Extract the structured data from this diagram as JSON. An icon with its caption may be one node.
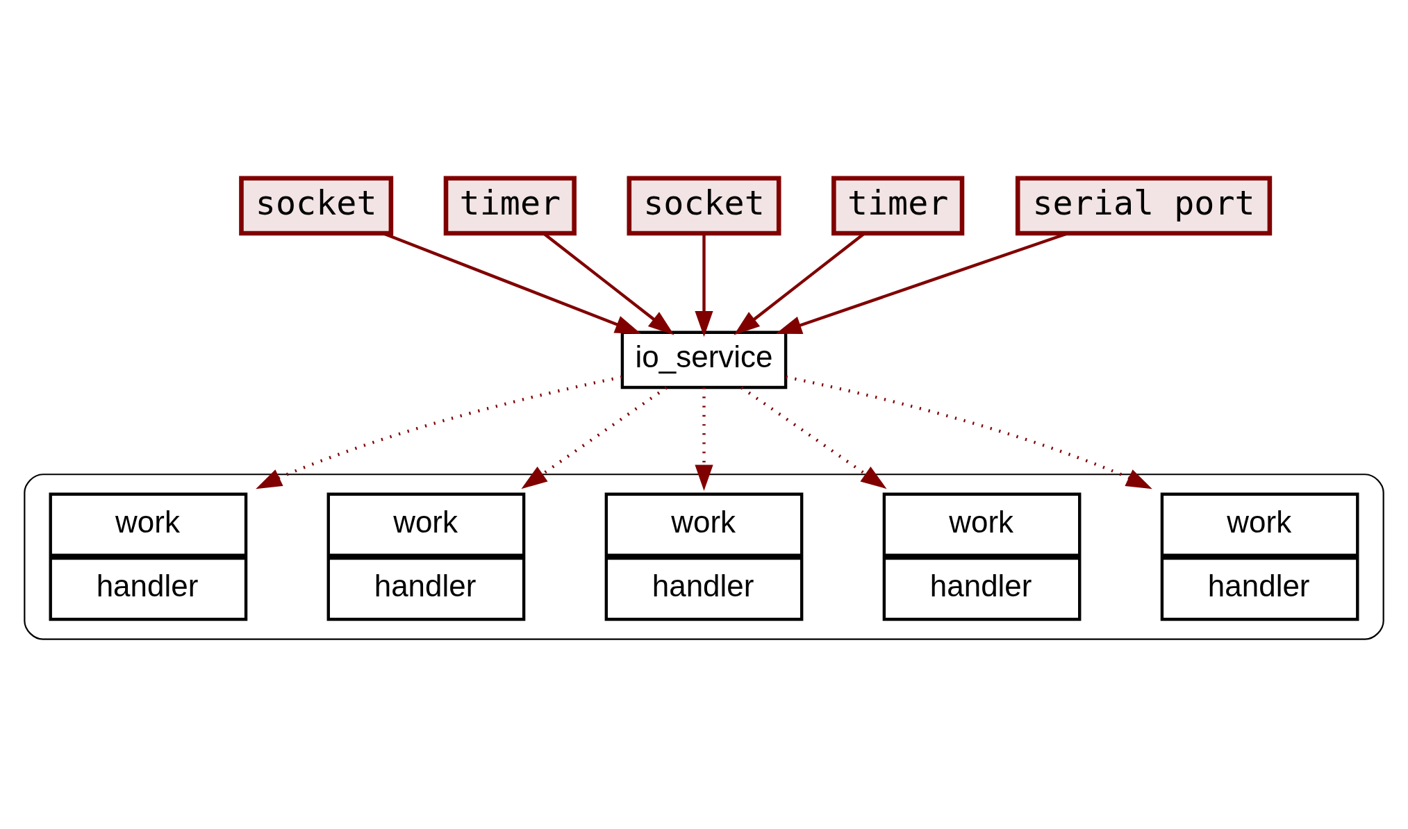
{
  "diagram": {
    "nodes": [
      {
        "text": [
          "socket"
        ]
      },
      {
        "text": [
          "timer"
        ]
      },
      {
        "text": [
          "socket"
        ]
      },
      {
        "text": [
          "timer"
        ]
      },
      {
        "text": [
          "serial port"
        ]
      },
      {
        "text": [
          "io_service"
        ]
      },
      {
        "text": [],
        "shape": "cloud"
      },
      {
        "text": [
          "work",
          "handler"
        ],
        "in": 6
      },
      {
        "text": [
          "work",
          "handler"
        ],
        "in": 6
      },
      {
        "text": [
          "work",
          "handler"
        ],
        "in": 6
      },
      {
        "text": [
          "work",
          "handler"
        ],
        "in": 6
      },
      {
        "text": [
          "work",
          "handler"
        ],
        "in": 6
      }
    ],
    "edges": [
      {
        "from": 0,
        "to": 5,
        "arrow": "to"
      },
      {
        "from": 1,
        "to": 5,
        "arrow": "to"
      },
      {
        "from": 2,
        "to": 5,
        "arrow": "to"
      },
      {
        "from": 3,
        "to": 5,
        "arrow": "to"
      },
      {
        "from": 4,
        "to": 5,
        "arrow": "to"
      },
      {
        "from": 5,
        "to": 7,
        "arrow": "to",
        "style": "dashed"
      },
      {
        "from": 5,
        "to": 8,
        "arrow": "to",
        "style": "dashed"
      },
      {
        "from": 5,
        "to": 9,
        "arrow": "to",
        "style": "dashed"
      },
      {
        "from": 5,
        "to": 10,
        "arrow": "to",
        "style": "dashed"
      },
      {
        "from": 5,
        "to": 11,
        "arrow": "to",
        "style": "dashed"
      }
    ]
  }
}
